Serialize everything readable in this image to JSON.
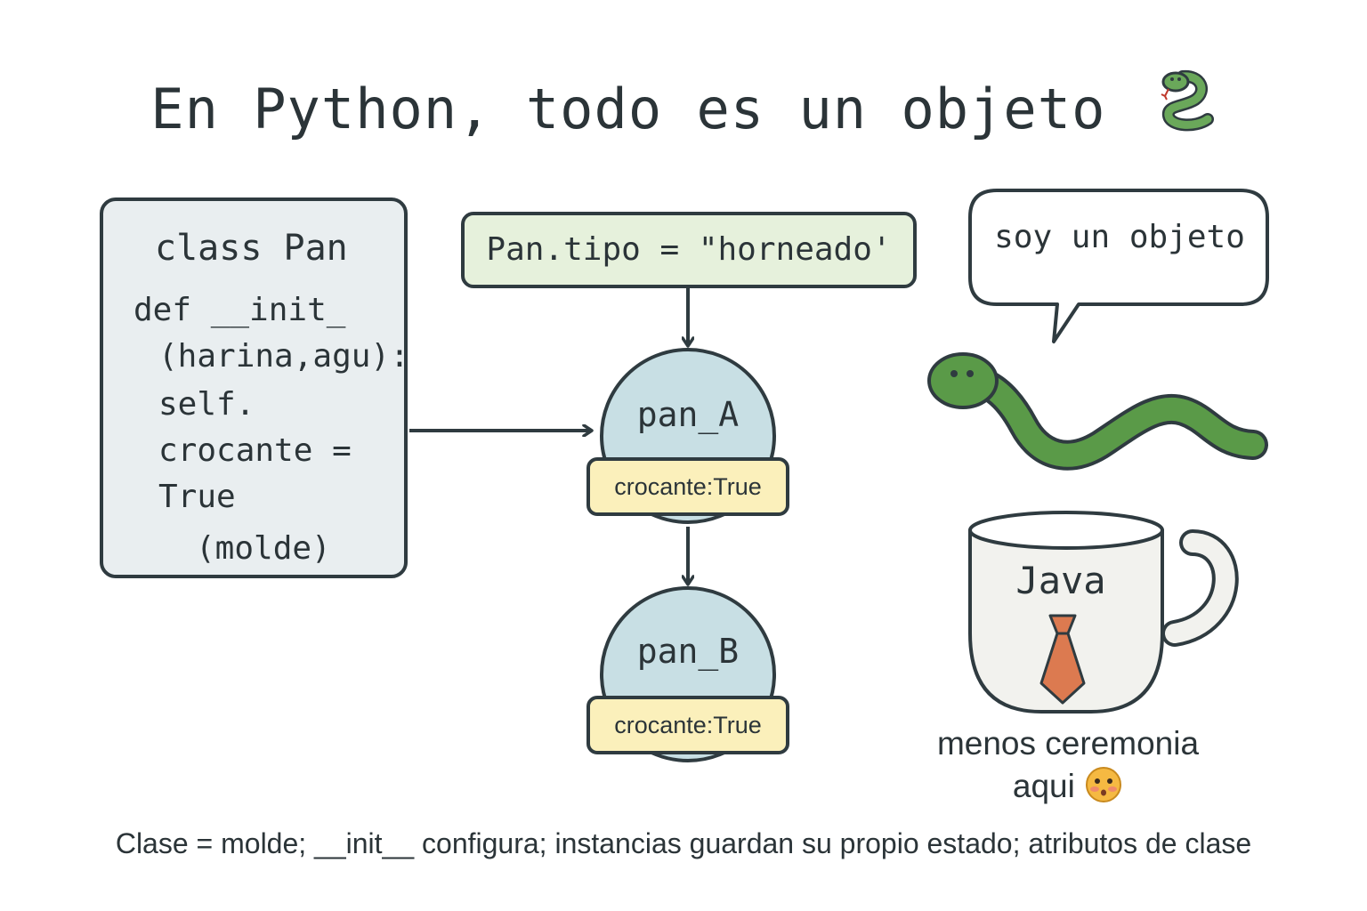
{
  "title": "En Python, todo es un objeto",
  "title_icon": "snake-emoji-icon",
  "class_box": {
    "header": "class Pan",
    "lines": [
      "def __init_",
      "(harina,agu):",
      "self.",
      "crocante =",
      "True"
    ],
    "footer": "(molde)"
  },
  "class_attribute": "Pan.tipo = \"horneado'",
  "instances": [
    {
      "name": "pan_A",
      "state": "crocante:True"
    },
    {
      "name": "pan_B",
      "state": "crocante:True"
    }
  ],
  "speech_bubble": "soy un objeto",
  "mug": {
    "label": "Java",
    "icon": "necktie-icon"
  },
  "mug_note": {
    "line1": "menos ceremonia",
    "line2": "aqui",
    "icon": "blushing-face-icon"
  },
  "caption": "Clase = molde; __init__ configura; instancias guardan su propio estado; atributos de clase",
  "colors": {
    "outline": "#2f3b40",
    "class_box_fill": "#e9eef0",
    "attr_box_fill": "#e6f1dc",
    "instance_fill": "#c8dfe4",
    "state_fill": "#fbf0bb",
    "snake": "#5a9a48",
    "tie": "#dc7a50",
    "mug_fill": "#f2f2ee"
  }
}
